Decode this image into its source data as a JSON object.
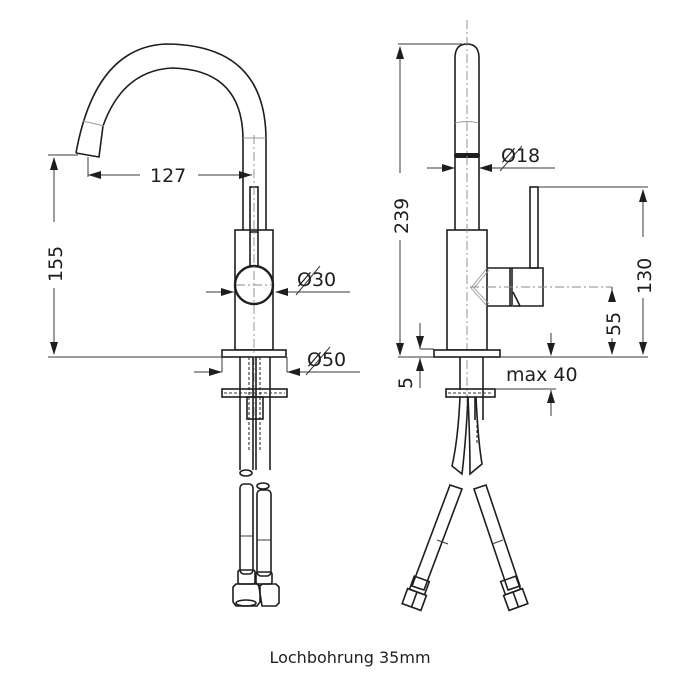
{
  "drawing": {
    "front_view": {
      "dimensions": {
        "spout_reach": "127",
        "spout_height": "155",
        "lever_diameter": "Ø30",
        "base_diameter": "Ø50"
      }
    },
    "side_view": {
      "dimensions": {
        "total_height": "239",
        "spout_diameter": "Ø18",
        "lever_height": "130",
        "lever_axis_height": "55",
        "base_thickness": "5",
        "max_countertop": "max 40"
      }
    },
    "caption": "Lochbohrung 35mm"
  },
  "colors": {
    "line": "#1e1e1e",
    "background": "#ffffff"
  }
}
